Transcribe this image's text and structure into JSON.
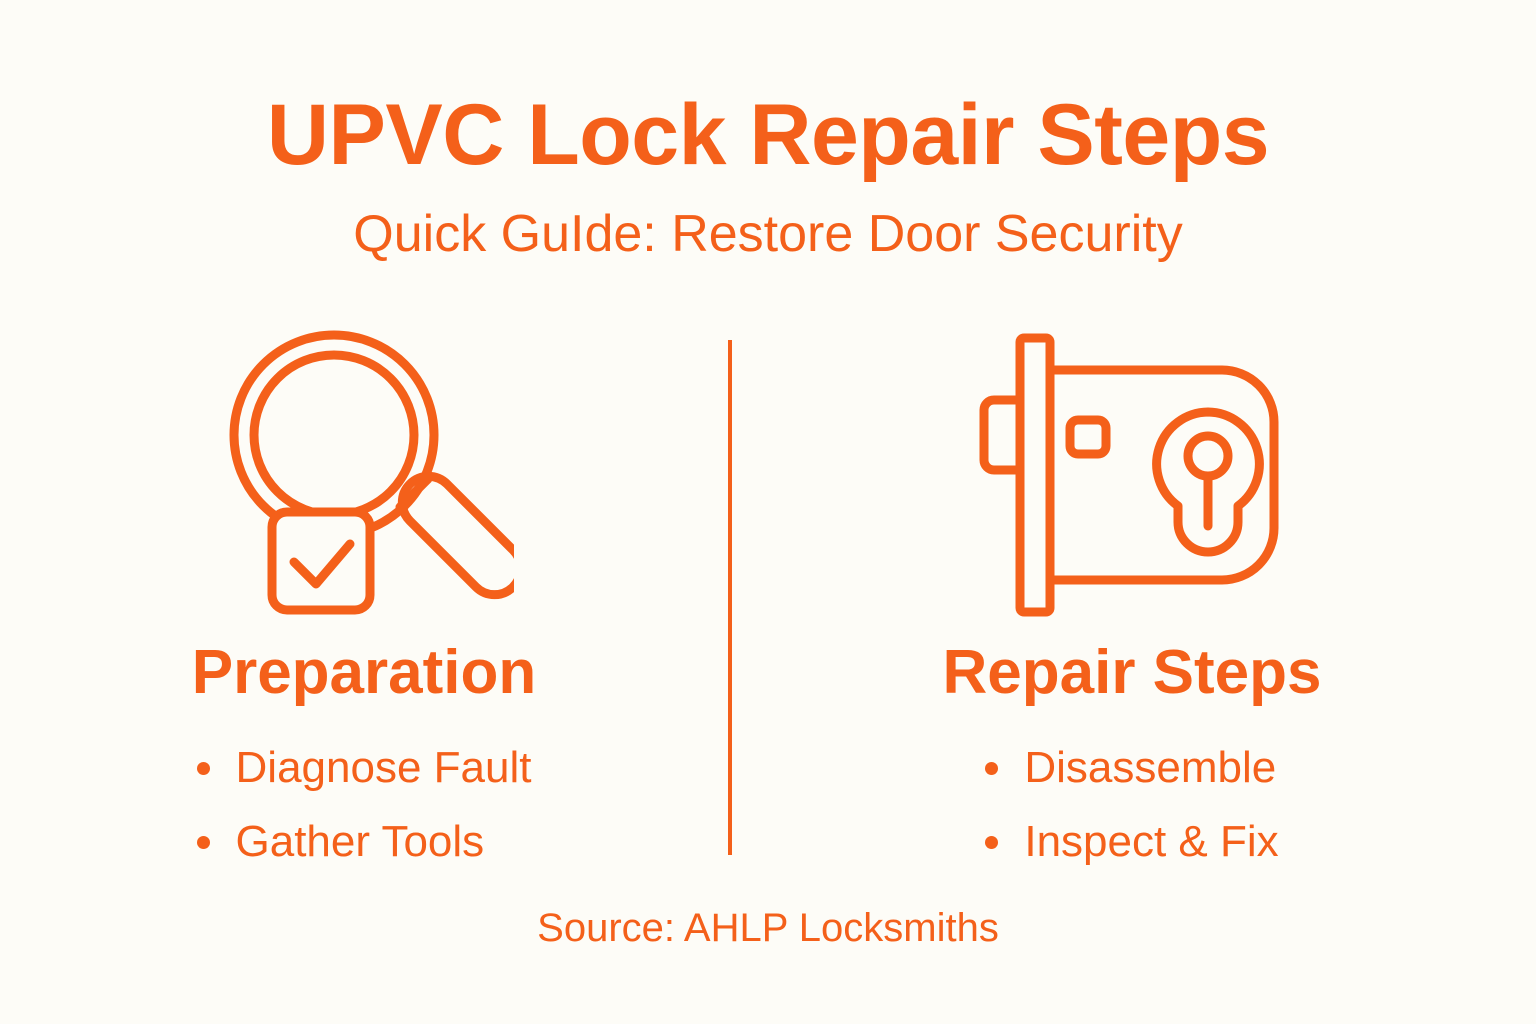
{
  "theme": {
    "accent_color": "#F4601A",
    "background_color": "#FDFCF7"
  },
  "header": {
    "title": "UPVC Lock Repair Steps",
    "subtitle": "Quick GuIde: Restore Door Security"
  },
  "columns": [
    {
      "id": "preparation",
      "icon": "magnifier-check-icon",
      "heading": "Preparation",
      "bullets": [
        "Diagnose Fault",
        "Gather Tools"
      ]
    },
    {
      "id": "repair-steps",
      "icon": "door-lock-cylinder-icon",
      "heading": "Repair Steps",
      "bullets": [
        "Disassemble",
        "Inspect & Fix"
      ]
    }
  ],
  "footer": {
    "source": "Source: AHLP Locksmiths"
  }
}
